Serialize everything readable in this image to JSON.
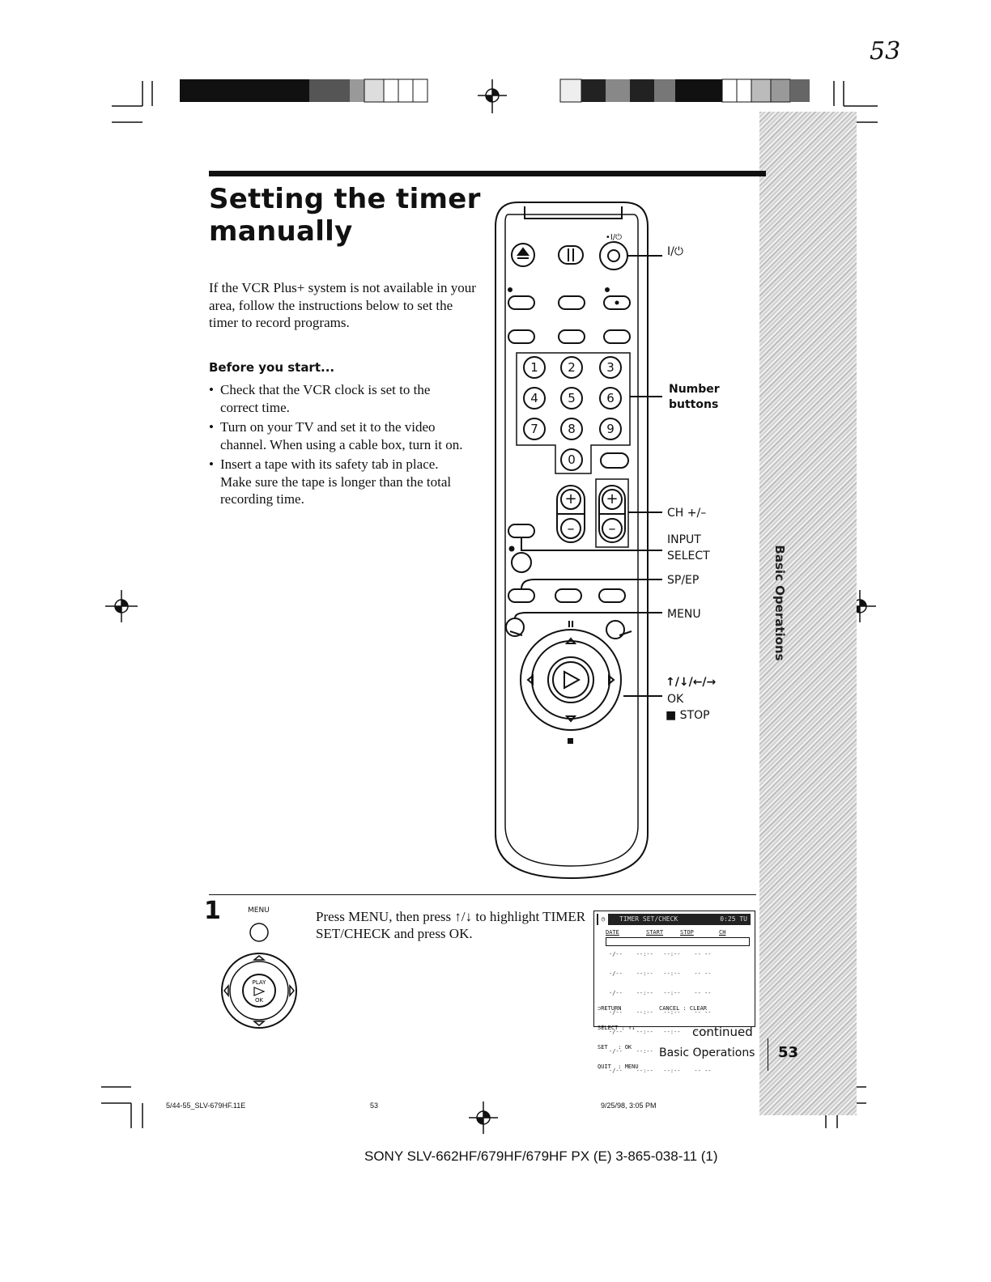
{
  "page_mark": "53",
  "title_line1": "Setting the timer",
  "title_line2": "manually",
  "intro": "If the VCR Plus+ system is not available in your area, follow the instructions below to set the timer to record programs.",
  "before_heading": "Before you start...",
  "bullets": [
    "Check that the VCR clock is set to the correct time.",
    "Turn on your TV and set it to the video channel. When using a cable box, turn it on.",
    "Insert a tape with its safety tab in place. Make sure the tape is longer than the total recording time."
  ],
  "remote": {
    "power_top_label": "•I/⏻",
    "numbers": [
      "1",
      "2",
      "3",
      "4",
      "5",
      "6",
      "7",
      "8",
      "9",
      "0"
    ],
    "pause_symbol": "II",
    "labels": {
      "power": "I/⏻",
      "number_buttons_line1": "Number",
      "number_buttons_line2": "buttons",
      "ch": "CH +/–",
      "input_line1": "INPUT",
      "input_line2": "SELECT",
      "spep": "SP/EP",
      "menu": "MENU",
      "arrows": "↑/↓/←/→",
      "ok": "OK",
      "stop": "■ STOP"
    }
  },
  "side_tab": "Basic Operations",
  "step": {
    "number": "1",
    "menu_icon_label": "MENU",
    "text": "Press MENU, then press ↑/↓ to highlight TIMER SET/CHECK and press OK.",
    "dial_play": "PLAY",
    "dial_ok": "OK"
  },
  "osd": {
    "header": "TIMER SET/CHECK",
    "clock": "0:25 TU",
    "columns": [
      "DATE",
      "START",
      "STOP",
      "CH"
    ],
    "row_text": "-/--    --:--   --:--    -- --",
    "rows": 7,
    "return": "⊃RETURN",
    "select": "SELECT : ↑↓",
    "set": "SET   : OK",
    "cancel": "CANCEL : CLEAR",
    "quit": "QUIT  : MENU"
  },
  "continued": "continued",
  "running_footer": "Basic Operations",
  "page_number": "53",
  "file_info": "5/44-55_SLV-679HF.11E",
  "file_page": "53",
  "timestamp": "9/25/98, 3:05 PM",
  "model_line": "SONY SLV-662HF/679HF/679HF PX (E) 3-865-038-11 (1)"
}
